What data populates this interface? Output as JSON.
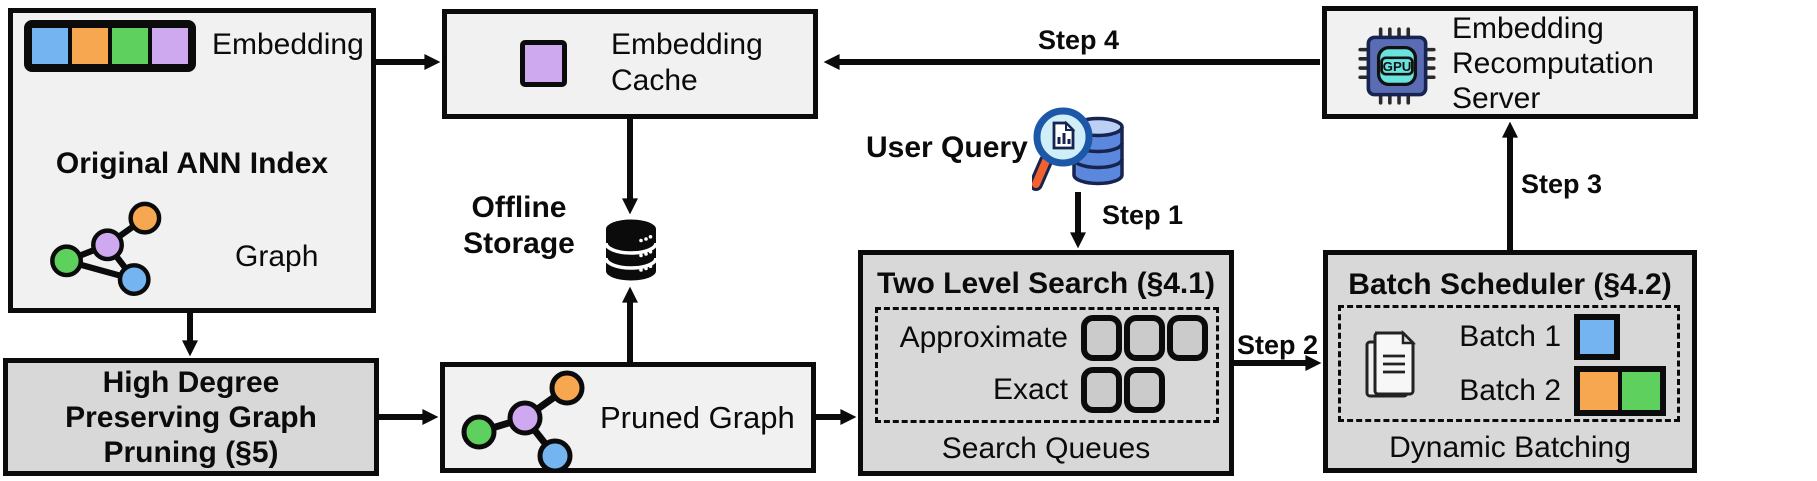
{
  "colors": {
    "blue": "#74b4f1",
    "orange": "#f6a750",
    "green": "#5ed05e",
    "purple": "#cfa9ef",
    "box_light": "#f1f1f1",
    "box_dark": "#d8d8d8",
    "queue_fill": "#cbcbcb",
    "ink": "#0b0b0b",
    "gpu_body": "#5a6cb3",
    "gpu_core": "#69e3de",
    "db_blue": "#5b87dd",
    "db_blue_light": "#bccff5",
    "db_outline": "#16244f",
    "lens_fill": "#cfeef8",
    "lens_rim": "#1d58a8",
    "handle_orange": "#f2622e"
  },
  "diagram": {
    "original_index": {
      "embedding_label": "Embedding",
      "title": "Original ANN Index",
      "graph_label": "Graph"
    },
    "embedding_cache": {
      "label": "Embedding Cache"
    },
    "recompute_server": {
      "label": "Embedding Recomputation Server",
      "gpu_text": "GPU"
    },
    "offline_storage": {
      "label": "Offline Storage"
    },
    "user_query": {
      "label": "User Query"
    },
    "graph_pruning": {
      "title": "High Degree Preserving Graph Pruning (§5)"
    },
    "pruned_graph": {
      "label": "Pruned Graph"
    },
    "two_level_search": {
      "title": "Two Level Search (§4.1)",
      "approximate_label": "Approximate",
      "exact_label": "Exact",
      "caption": "Search Queues",
      "approximate_queue_count": 3,
      "exact_queue_count": 2
    },
    "batch_scheduler": {
      "title": "Batch Scheduler (§4.2)",
      "batch1_label": "Batch 1",
      "batch2_label": "Batch 2",
      "caption": "Dynamic Batching"
    },
    "steps": {
      "step1": "Step 1",
      "step2": "Step 2",
      "step3": "Step 3",
      "step4": "Step 4"
    }
  }
}
